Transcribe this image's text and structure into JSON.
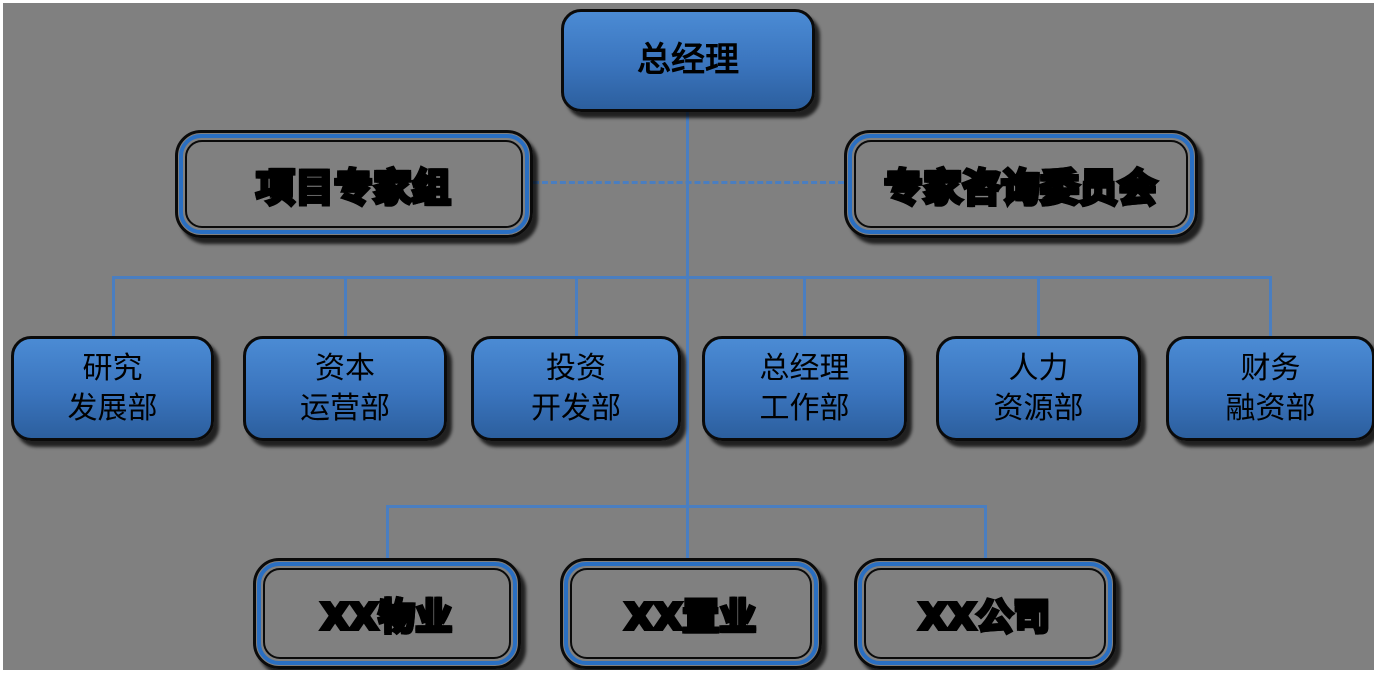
{
  "org_chart": {
    "type": "org-tree-diagram",
    "root": {
      "label": "总经理"
    },
    "advisory": {
      "left": {
        "label": "项目专家组"
      },
      "right": {
        "label": "专家咨询委员会"
      }
    },
    "departments": [
      {
        "line1": "研究",
        "line2": "发展部"
      },
      {
        "line1": "资本",
        "line2": "运营部"
      },
      {
        "line1": "投资",
        "line2": "开发部"
      },
      {
        "line1": "总经理",
        "line2": "工作部"
      },
      {
        "line1": "人力",
        "line2": "资源部"
      },
      {
        "line1": "财务",
        "line2": "融资部"
      }
    ],
    "subsidiaries": [
      {
        "label": "XX物业"
      },
      {
        "label": "XX置业"
      },
      {
        "label": "XX公司"
      }
    ],
    "colors": {
      "background": "#808080",
      "page_border": "#ffffff",
      "node_fill_top": "#4b8bd4",
      "node_fill_bottom": "#2c5f9e",
      "node_border": "#0a0a0a",
      "frame_ring": "#2a6fc2",
      "connector": "#4a7ec0",
      "text": "#000000"
    },
    "connector_styles": {
      "advisory_link": "dashed",
      "hierarchy_link": "solid"
    }
  }
}
